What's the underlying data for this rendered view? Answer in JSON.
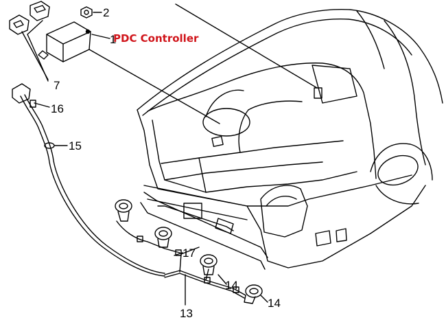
{
  "diagram": {
    "title_label": "PDC Controller",
    "title_color": "#d0141a",
    "line_color": "#000000",
    "callouts": {
      "c1": "1",
      "c2": "2",
      "c7": "7",
      "c13": "13",
      "c14a": "14",
      "c14b": "14",
      "c15": "15",
      "c16": "16",
      "c17": "17"
    }
  }
}
